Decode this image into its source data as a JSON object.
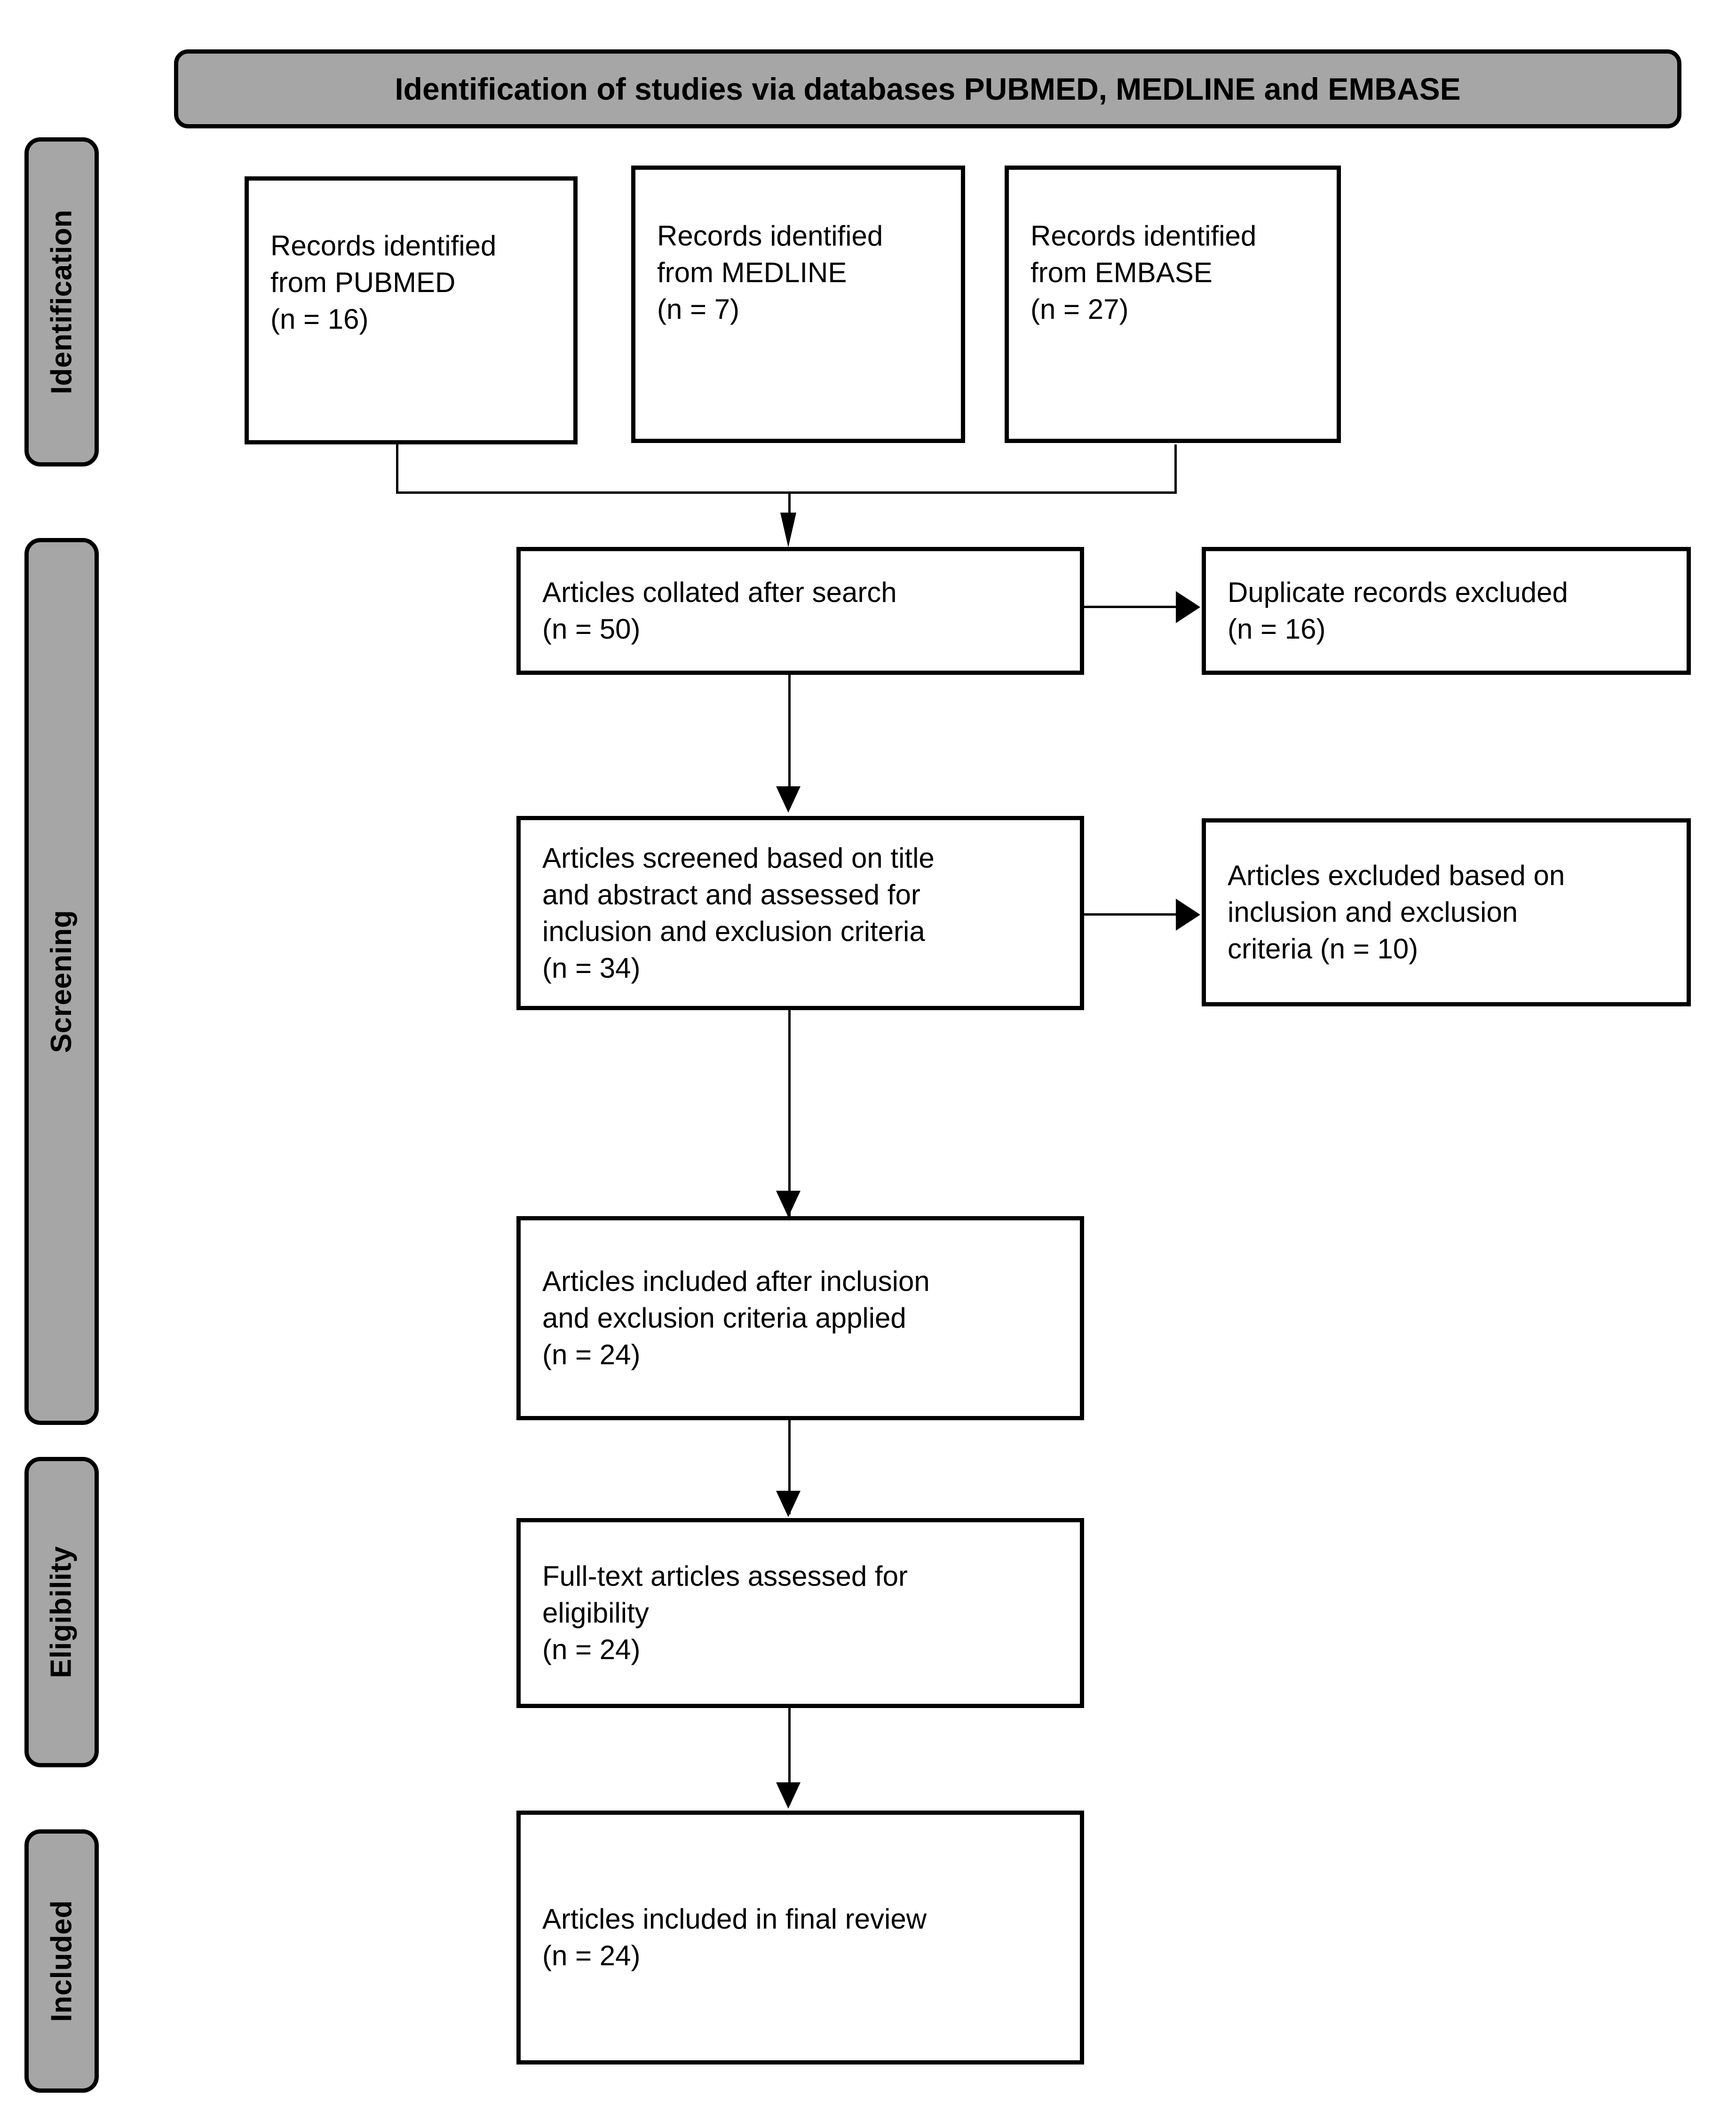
{
  "diagram": {
    "type": "prisma-flow-diagram",
    "banner": {
      "title": "Identification of studies via databases PUBMED, MEDLINE and EMBASE"
    },
    "stages": [
      {
        "id": "identification",
        "label": "Identification"
      },
      {
        "id": "screening",
        "label": "Screening"
      },
      {
        "id": "eligibility",
        "label": "Eligibility"
      },
      {
        "id": "included",
        "label": "Included"
      }
    ],
    "sources": [
      {
        "id": "pubmed",
        "text": "Records identified\nfrom PUBMED\n(n = 16)",
        "database": "PUBMED",
        "count": 16
      },
      {
        "id": "medline",
        "text": "Records identified\nfrom MEDLINE\n(n = 7)",
        "database": "MEDLINE",
        "count": 7
      },
      {
        "id": "embase",
        "text": "Records identified\nfrom EMBASE\n(n = 27)",
        "database": "EMBASE",
        "count": 27
      }
    ],
    "flow": [
      {
        "id": "collated",
        "text": "Articles collated after search\n(n = 50)",
        "count": 50
      },
      {
        "id": "screened",
        "text": "Articles screened based on title\nand abstract and assessed for\ninclusion and exclusion criteria\n(n = 34)",
        "count": 34
      },
      {
        "id": "included-after",
        "text": "Articles included after inclusion\nand exclusion criteria applied\n(n = 24)",
        "count": 24
      },
      {
        "id": "full-text",
        "text": "Full-text articles assessed for\neligibility\n(n = 24)",
        "count": 24
      },
      {
        "id": "final-review",
        "text": "Articles included in final review\n(n = 24)",
        "count": 24
      }
    ],
    "exclusions": [
      {
        "id": "duplicates",
        "text": "Duplicate records excluded\n(n = 16)",
        "count": 16
      },
      {
        "id": "excluded-criteria",
        "text": "Articles excluded based on\ninclusion and exclusion\ncriteria (n = 10)",
        "count": 10
      }
    ],
    "colors": {
      "stage_fill": "#a6a6a6",
      "banner_fill": "#a6a6a6",
      "box_fill": "#ffffff",
      "stroke": "#000000",
      "text": "#000000"
    }
  }
}
